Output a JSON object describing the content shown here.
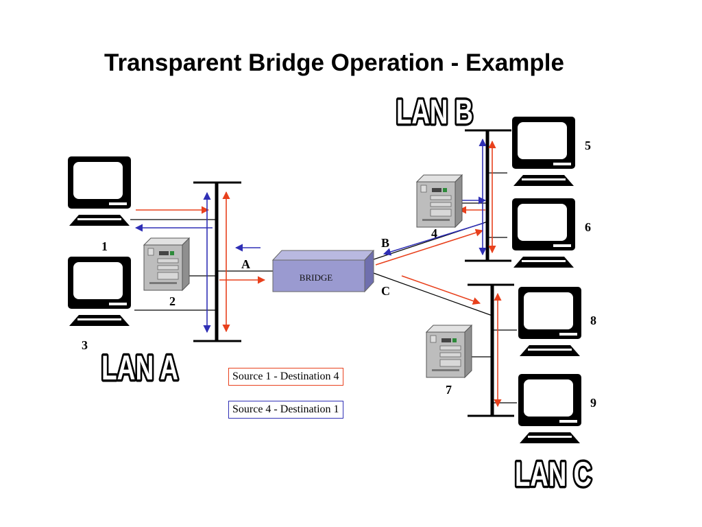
{
  "title": "Transparent Bridge Operation - Example",
  "lans": {
    "a": "LAN A",
    "b": "LAN B",
    "c": "LAN C"
  },
  "bridge": {
    "label": "BRIDGE",
    "ports": {
      "a": "A",
      "b": "B",
      "c": "C"
    }
  },
  "nodes": {
    "n1": "1",
    "n2": "2",
    "n3": "3",
    "n4": "4",
    "n5": "5",
    "n6": "6",
    "n7": "7",
    "n8": "8",
    "n9": "9"
  },
  "legend": [
    {
      "text": "Source 1 - Destination 4",
      "color": "#e8401c"
    },
    {
      "text": "Source 4 - Destination 1",
      "color": "#2f2fb5"
    }
  ],
  "colors": {
    "red_arrow": "#e8401c",
    "blue_arrow": "#2f2fb5",
    "bridge_fill": "#9a9ad0",
    "server_fill": "#bdbdbd"
  },
  "icons": {
    "workstation": "monitor-icon",
    "server": "server-icon"
  }
}
